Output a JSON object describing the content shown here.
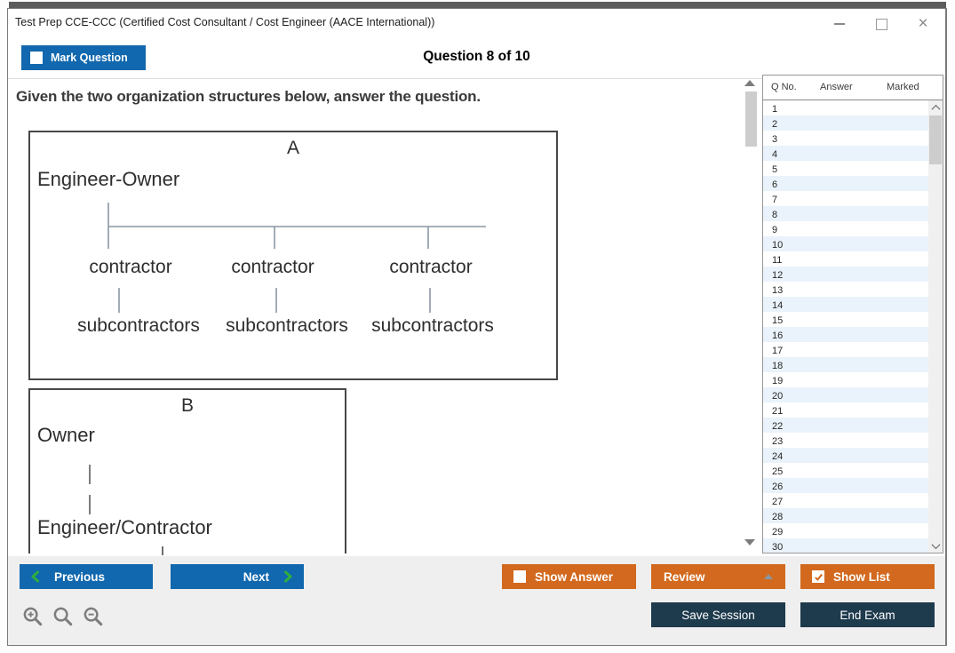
{
  "window": {
    "title": "Test Prep CCE-CCC (Certified Cost Consultant / Cost Engineer (AACE International))"
  },
  "header": {
    "mark_question_label": "Mark Question",
    "mark_question_checked": false,
    "question_counter": "Question 8 of 10"
  },
  "question": {
    "prompt": "Given the two organization structures below, answer the question."
  },
  "diagrams": {
    "a": {
      "title": "A",
      "root": "Engineer-Owner",
      "level2": [
        "contractor",
        "contractor",
        "contractor"
      ],
      "level3": [
        "subcontractors",
        "subcontractors",
        "subcontractors"
      ]
    },
    "b": {
      "title": "B",
      "root": "Owner",
      "child": "Engineer/Contractor"
    }
  },
  "question_list": {
    "columns": [
      "Q No.",
      "Answer",
      "Marked"
    ],
    "visible_rows": [
      "1",
      "2",
      "3",
      "4",
      "5",
      "6",
      "7",
      "8",
      "9",
      "10",
      "11",
      "12",
      "13",
      "14",
      "15",
      "16",
      "17",
      "18",
      "19",
      "20",
      "21",
      "22",
      "23",
      "24",
      "25",
      "26",
      "27",
      "28",
      "29",
      "30"
    ]
  },
  "footer": {
    "previous_label": "Previous",
    "next_label": "Next",
    "show_answer_label": "Show Answer",
    "show_answer_checked": false,
    "review_label": "Review",
    "show_list_label": "Show List",
    "show_list_checked": true,
    "save_session_label": "Save Session",
    "end_exam_label": "End Exam"
  },
  "colors": {
    "primary_blue": "#1168ae",
    "accent_orange": "#d2691e",
    "dark_navy": "#1e3a4d",
    "chevron_green": "#2fae3e",
    "row_alt": "#eaf3fb"
  }
}
